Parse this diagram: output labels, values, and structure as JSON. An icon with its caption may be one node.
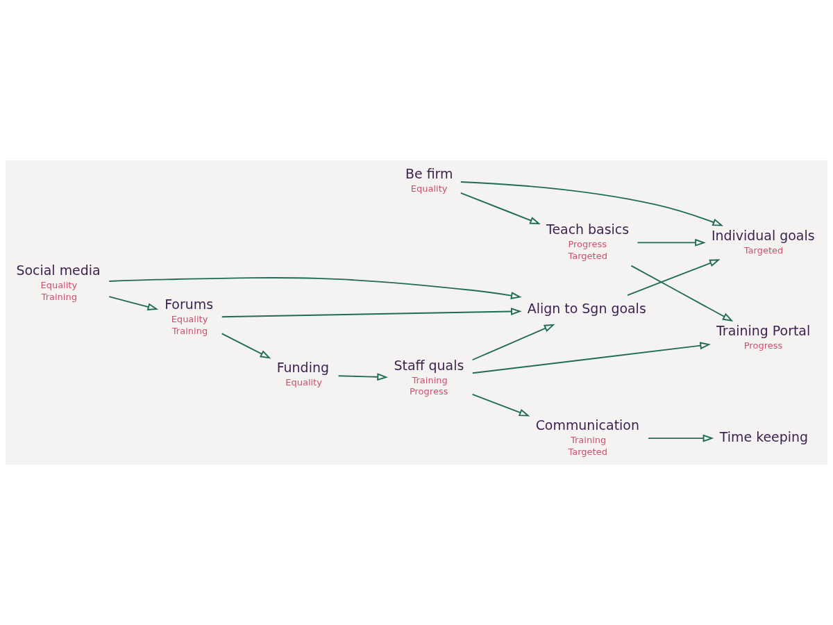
{
  "diagram": {
    "nodes": [
      {
        "text": [
          "Teach basics"
        ],
        "beside": [
          "Progress",
          "Targeted"
        ]
      },
      {
        "text": [
          "Be firm"
        ],
        "beside": [
          "Equality"
        ]
      },
      {
        "text": [
          "Individual goals"
        ],
        "beside": [
          "Targeted"
        ]
      },
      {
        "text": [
          "Training Portal"
        ],
        "beside": [
          "Progress"
        ]
      },
      {
        "text": [
          "Staff quals"
        ],
        "beside": [
          "Training",
          "Progress"
        ]
      },
      {
        "text": [
          "Communication"
        ],
        "beside": [
          "Training",
          "Targeted"
        ]
      },
      {
        "text": [
          "Time keeping"
        ]
      },
      {
        "text": [
          "Funding"
        ],
        "beside": [
          "Equality"
        ]
      },
      {
        "text": [
          "Align to Sgn goals"
        ]
      },
      {
        "text": [
          "Social media"
        ],
        "beside": [
          "Equality",
          "Training"
        ]
      },
      {
        "text": [
          "Forums"
        ],
        "beside": [
          "Equality",
          "Training"
        ]
      }
    ],
    "edges": [
      {
        "from": 1,
        "to": 0,
        "arrow": "to"
      },
      {
        "from": 0,
        "to": 2,
        "arrow": "to"
      },
      {
        "from": 1,
        "to": 2,
        "arrow": "to"
      },
      {
        "from": 0,
        "to": 3,
        "arrow": "to"
      },
      {
        "from": 4,
        "to": 3,
        "arrow": "to"
      },
      {
        "from": 4,
        "to": 5,
        "arrow": "to"
      },
      {
        "from": 5,
        "to": 6,
        "arrow": "to"
      },
      {
        "from": 4,
        "to": 8,
        "arrow": "to"
      },
      {
        "from": 7,
        "to": 4,
        "arrow": "to"
      },
      {
        "from": 10,
        "to": 7,
        "arrow": "to"
      },
      {
        "from": 8,
        "to": 2,
        "arrow": "to"
      },
      {
        "from": 9,
        "to": 8,
        "arrow": "to"
      },
      {
        "from": 10,
        "to": 8,
        "arrow": "to"
      },
      {
        "from": 9,
        "to": 10,
        "arrow": "to"
      }
    ]
  }
}
